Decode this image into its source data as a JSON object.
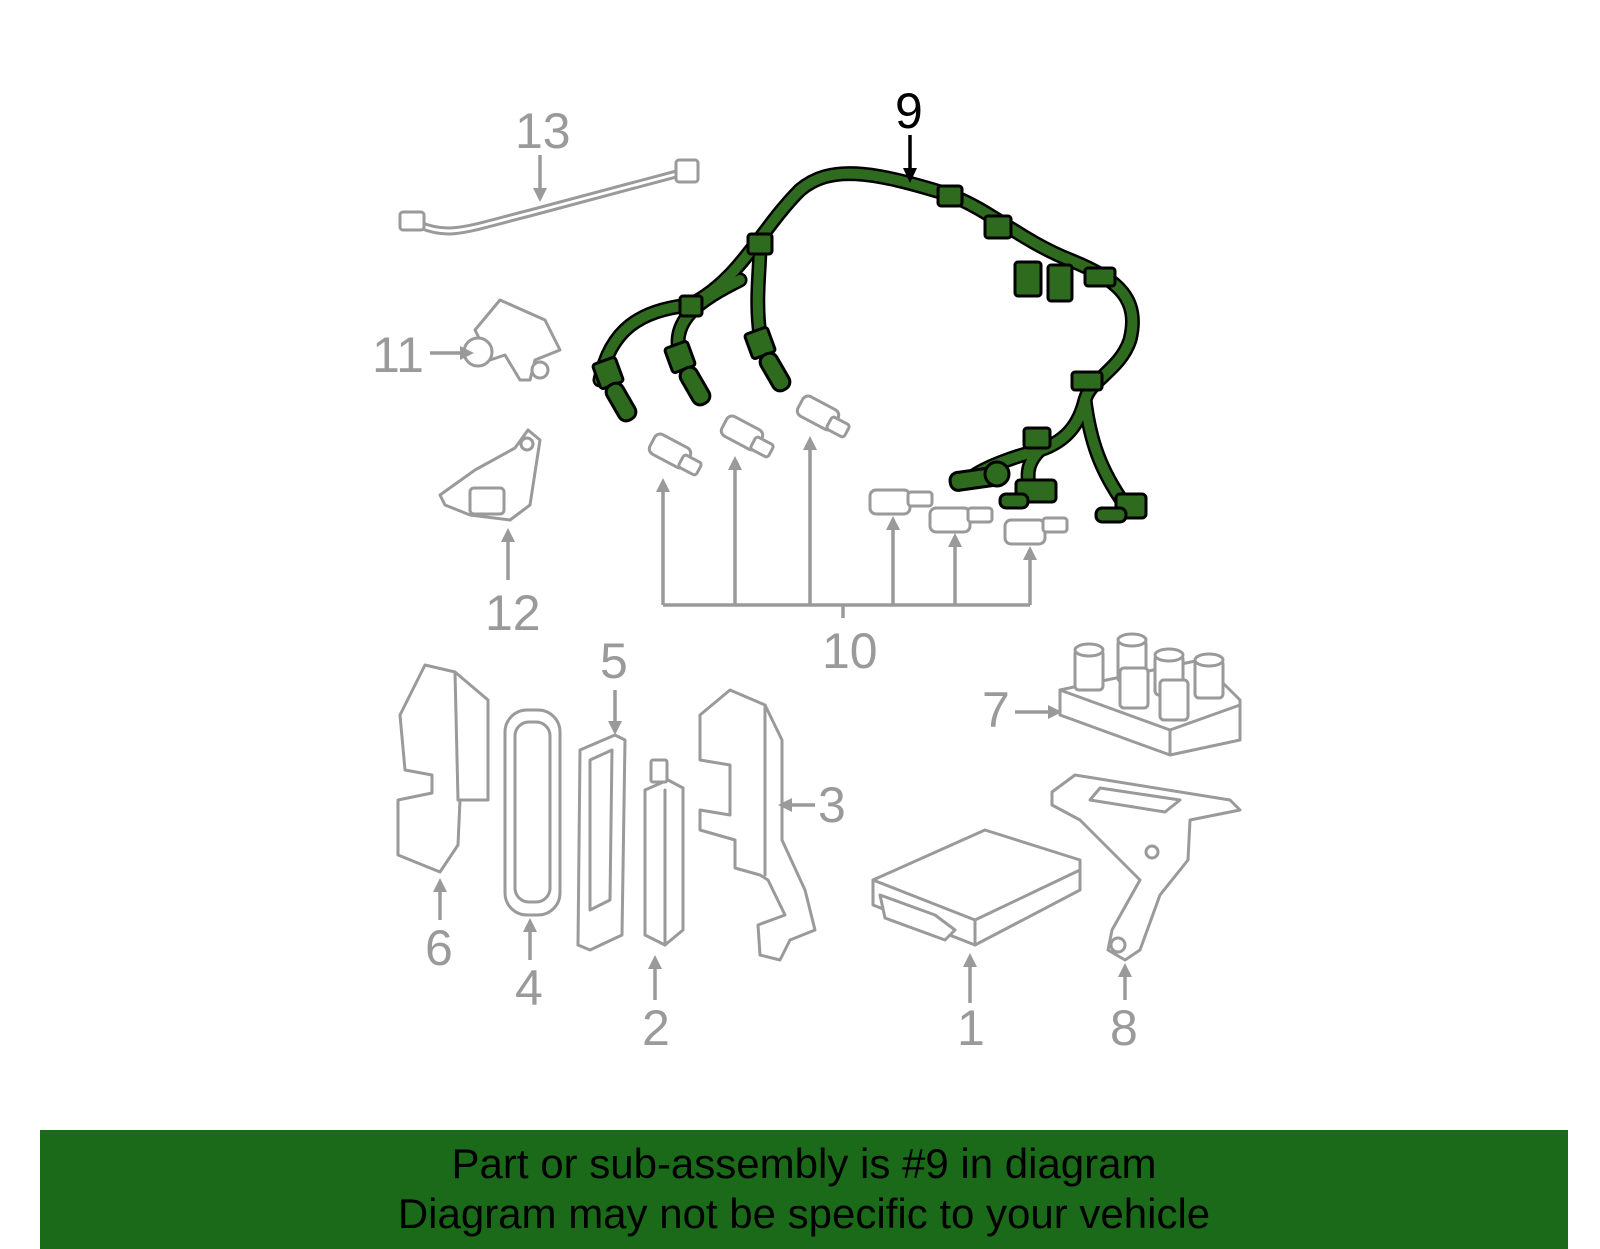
{
  "diagram": {
    "highlight_color": "#2e6b1e",
    "line_color": "#9a9a9a",
    "callouts": {
      "c1": "1",
      "c2": "2",
      "c3": "3",
      "c4": "4",
      "c5": "5",
      "c6": "6",
      "c7": "7",
      "c8": "8",
      "c9": "9",
      "c10": "10",
      "c11": "11",
      "c12": "12",
      "c13": "13"
    },
    "highlighted_part": "9"
  },
  "footer": {
    "background_color": "#1a6a1a",
    "line1": "Part or sub-assembly is #9 in diagram",
    "line2": "Diagram may not be specific to your vehicle"
  }
}
